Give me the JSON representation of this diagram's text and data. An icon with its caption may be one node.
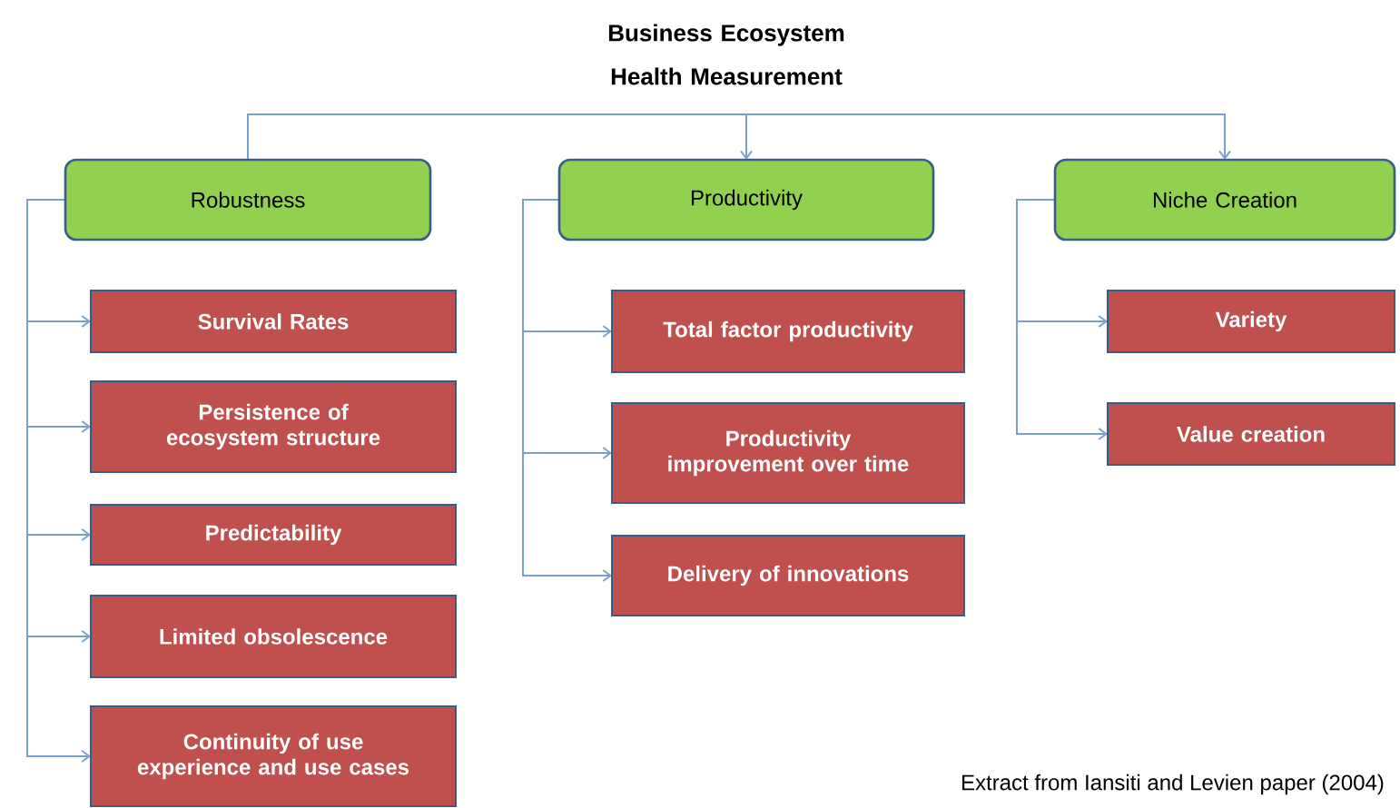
{
  "diagram": {
    "title": "Business Ecosystem Health Measurement",
    "nodes": [
      {
        "text": [
          "Robustness"
        ]
      },
      {
        "text": [
          "Survival Rates"
        ]
      },
      {
        "text": [
          "Persistence of ecosystem structure"
        ]
      },
      {
        "text": [
          "Predictability"
        ]
      },
      {
        "text": [
          "Limited obsolescence"
        ]
      },
      {
        "text": [
          "Continuity of use experience and use cases"
        ]
      },
      {
        "text": [
          "Productivity"
        ]
      },
      {
        "text": [
          "Total factor productivity"
        ]
      },
      {
        "text": [
          "Productivity improvement over time"
        ]
      },
      {
        "text": [
          "Delivery of innovations"
        ]
      },
      {
        "text": [
          "Niche Creation"
        ]
      },
      {
        "text": [
          "Variety"
        ]
      },
      {
        "text": [
          "Value creation"
        ]
      }
    ],
    "edges": [
      {
        "from": 0,
        "to": 6,
        "arrow": "to"
      },
      {
        "from": 0,
        "to": 10,
        "arrow": "to"
      },
      {
        "from": 0,
        "to": 1,
        "arrow": "to"
      },
      {
        "from": 0,
        "to": 2,
        "arrow": "to"
      },
      {
        "from": 0,
        "to": 3,
        "arrow": "to"
      },
      {
        "from": 0,
        "to": 4,
        "arrow": "to"
      },
      {
        "from": 0,
        "to": 5,
        "arrow": "to"
      },
      {
        "from": 6,
        "to": 7,
        "arrow": "to"
      },
      {
        "from": 6,
        "to": 8,
        "arrow": "to"
      },
      {
        "from": 6,
        "to": 9,
        "arrow": "to"
      },
      {
        "from": 10,
        "to": 11,
        "arrow": "to"
      },
      {
        "from": 10,
        "to": 12,
        "arrow": "to"
      }
    ],
    "labels": [
      "Extract from Iansiti and Levien paper (2004)"
    ]
  }
}
